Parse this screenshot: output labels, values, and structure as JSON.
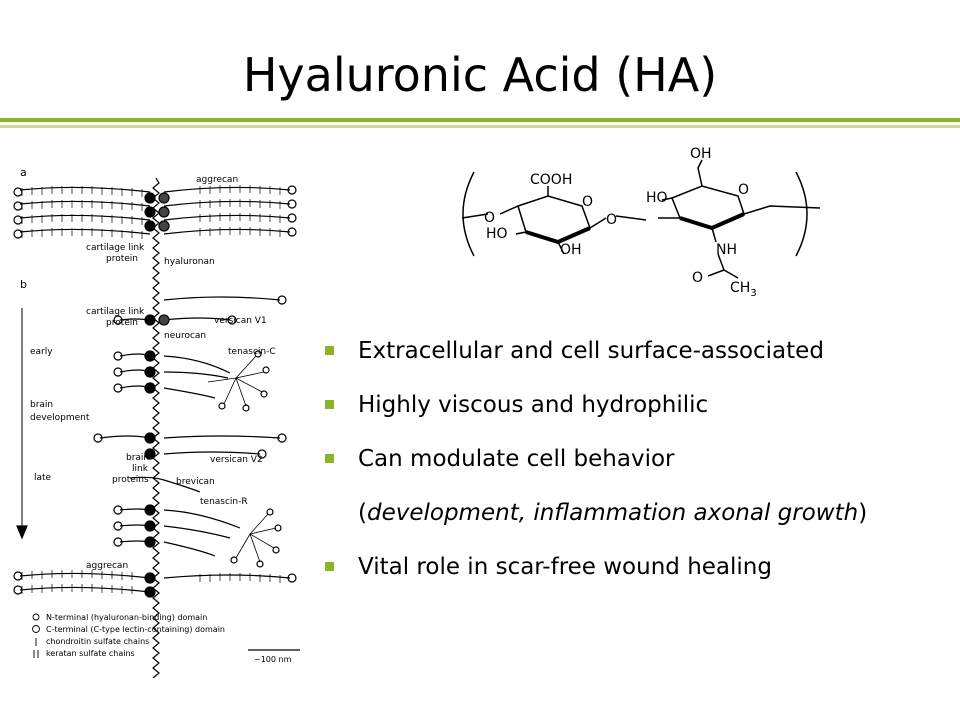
{
  "slide": {
    "title": "Hyaluronic Acid (HA)",
    "accent_color": "#8db329",
    "accent_light": "#c8df92"
  },
  "bullets": [
    "Extracellular and cell surface-associated",
    "Highly viscous and hydrophilic",
    "Can modulate cell behavior",
    "Vital role in scar-free wound healing"
  ],
  "bullet_continuation": {
    "open": "(",
    "text": "development, inflammation axonal growth",
    "close": ")"
  },
  "molecule": {
    "labels": {
      "cooh": "COOH",
      "oh_top": "OH",
      "ho_mid": "HO",
      "o_ring1": "O",
      "o_ring2": "O",
      "o_link_left": "O",
      "o_link_mid": "O",
      "ho_left": "HO",
      "oh_bottom": "OH",
      "nh": "NH",
      "o_carbonyl": "O",
      "ch3": "CH",
      "ch3_sub": "3"
    }
  },
  "diagram": {
    "label_a": "a",
    "label_b": "b",
    "aggrecan_top": "aggrecan",
    "cartilage_link_1": "cartilage link",
    "protein_1": "protein",
    "hyaluronan": "hyaluronan",
    "cartilage_link_2": "cartilage link",
    "protein_2": "protein",
    "versican_v1": "versican V1",
    "neurocan": "neurocan",
    "tenascin_c": "tenascin-C",
    "early": "early",
    "brain": "brain",
    "development": "development",
    "late": "late",
    "brain_link_1": "brain",
    "brain_link_2": "link",
    "brain_link_3": "proteins",
    "versican_v2": "versican V2",
    "brevican": "brevican",
    "tenascin_r": "tenascin-R",
    "aggrecan_bottom": "aggrecan",
    "legend": [
      "N-terminal (hyaluronan-binding) domain",
      "C-terminal (C-type lectin-containing) domain",
      "chondroitin sulfate chains",
      "keratan sulfate chains"
    ],
    "scale": "~100 nm"
  }
}
